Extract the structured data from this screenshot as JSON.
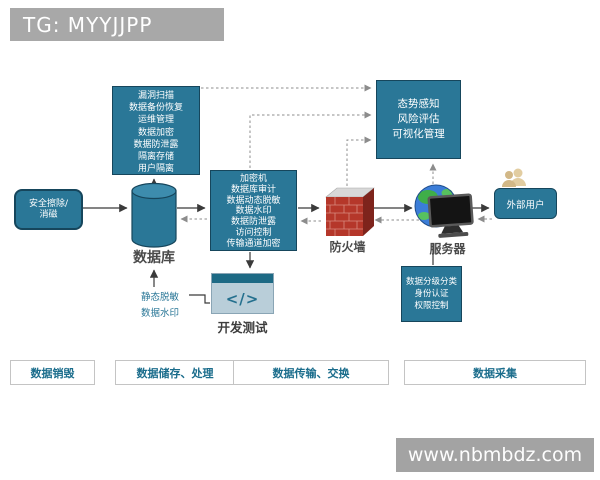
{
  "header": {
    "tag": "TG: MYYJJPP"
  },
  "watermark": "www.nbmbdz.com",
  "nodes": {
    "erase": {
      "line1": "安全擦除/",
      "line2": "消磁"
    },
    "storage_box": {
      "lines": [
        "漏洞扫描",
        "数据备份恢复",
        "运维管理",
        "数据加密",
        "数据防泄露",
        "隔离存储",
        "用户隔离"
      ]
    },
    "database": {
      "label": "数据库"
    },
    "encrypt_box": {
      "lines": [
        "加密机",
        "数据库审计",
        "数据动态脱敏",
        "数据水印",
        "数据防泄露",
        "访问控制",
        "传输通道加密"
      ]
    },
    "firewall": {
      "label": "防火墙"
    },
    "monitor_box": {
      "lines": [
        "态势感知",
        "风险评估",
        "可视化管理"
      ]
    },
    "server": {
      "label": "服务器"
    },
    "external_user": {
      "label": "外部用户"
    },
    "access_box": {
      "lines": [
        "数据分级分类",
        "身份认证",
        "权限控制"
      ]
    },
    "devtest": {
      "label": "开发测试",
      "icon": "</>"
    },
    "masking_note": "静态脱敏",
    "watermark_note": "数据水印"
  },
  "stages": [
    "数据销毁",
    "数据储存、处理",
    "数据传输、交换",
    "数据采集"
  ],
  "colors": {
    "teal_fill": "#2a7797",
    "teal_border": "#16465c",
    "firewall_red": "#b5372a",
    "stage_text": "#1b6d8c",
    "caption_gray": "#4a4a4a",
    "banner_gray": "#a8a8a8"
  }
}
